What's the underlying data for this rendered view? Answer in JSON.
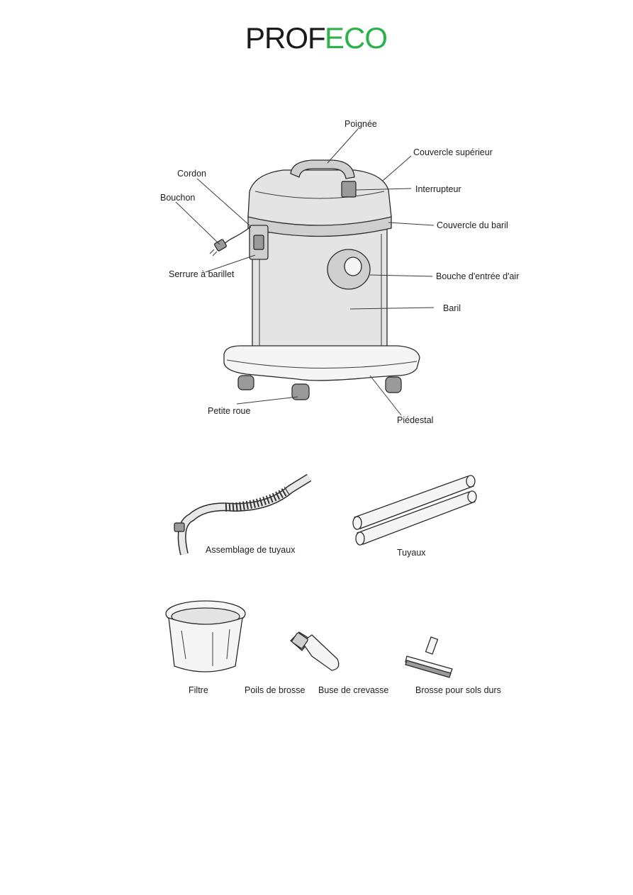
{
  "logo": {
    "left_text": "PROF",
    "right_text": "ECO",
    "colors": {
      "dark": "#1a1a1a",
      "green": "#2bb34a"
    }
  },
  "labels": {
    "poignee": "Poignée",
    "couvercle_superieur": "Couvercle supérieur",
    "cordon": "Cordon",
    "bouchon": "Bouchon",
    "interrupteur": "Interrupteur",
    "couvercle_baril": "Couvercle du baril",
    "serrure": "Serrure à barillet",
    "bouche_air": "Bouche d'entrée d'air",
    "baril": "Baril",
    "petite_roue": "Petite roue",
    "piedestal": "Piédestal",
    "assemblage_tuyaux": "Assemblage de tuyaux",
    "tuyaux": "Tuyaux",
    "filtre": "Filtre",
    "poils_brosse": "Poils de brosse",
    "buse_crevasse": "Buse de crevasse",
    "brosse_sols": "Brosse pour sols durs"
  }
}
